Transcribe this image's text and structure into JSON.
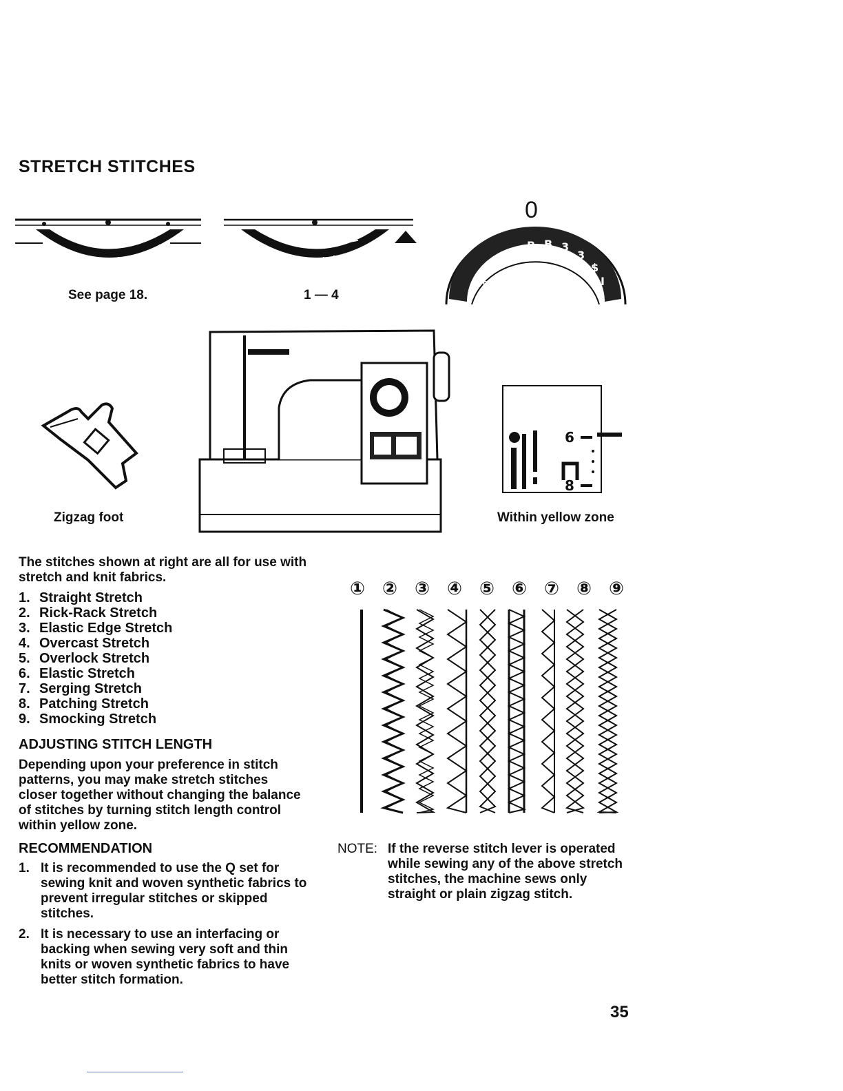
{
  "title": "STRETCH STITCHES",
  "captions": {
    "dial_left": "See page 18.",
    "dial_mid": "1 — 4",
    "foot": "Zigzag foot",
    "indicator": "Within yellow zone"
  },
  "indicator": {
    "top_number": "6",
    "bottom_number": "8"
  },
  "selector_dial": {
    "top_mark": "0"
  },
  "intro": "The stitches shown at right are all for use with stretch and knit fabrics.",
  "stitches": [
    {
      "num": "1.",
      "label": "Straight Stretch"
    },
    {
      "num": "2.",
      "label": "Rick-Rack Stretch"
    },
    {
      "num": "3.",
      "label": "Elastic Edge Stretch"
    },
    {
      "num": "4.",
      "label": "Overcast Stretch"
    },
    {
      "num": "5.",
      "label": "Overlock Stretch"
    },
    {
      "num": "6.",
      "label": "Elastic Stretch"
    },
    {
      "num": "7.",
      "label": "Serging Stretch"
    },
    {
      "num": "8.",
      "label": "Patching Stretch"
    },
    {
      "num": "9.",
      "label": "Smocking Stretch"
    }
  ],
  "stitch_numbers": [
    "①",
    "②",
    "③",
    "④",
    "⑤",
    "⑥",
    "⑦",
    "⑧",
    "⑨"
  ],
  "adjusting": {
    "heading": "ADJUSTING STITCH LENGTH",
    "text": "Depending upon your preference in stitch patterns, you may make stretch stitches closer together without changing the balance of stitches by turning stitch length control within yellow zone."
  },
  "recommendation": {
    "heading": "RECOMMENDATION",
    "items": [
      {
        "num": "1.",
        "text": "It is recommended to use the Q set for sewing knit and woven synthetic fabrics to prevent irregular stitches or skipped stitches."
      },
      {
        "num": "2.",
        "text": "It is necessary to use an interfacing or backing when sewing very soft and thin knits or woven synthetic fabrics to have better stitch formation."
      }
    ]
  },
  "note": {
    "label": "NOTE:",
    "text": "If the reverse stitch lever is operated while sewing any of the above stretch stitches, the machine sews only straight or plain zigzag stitch."
  },
  "page_number": "35"
}
